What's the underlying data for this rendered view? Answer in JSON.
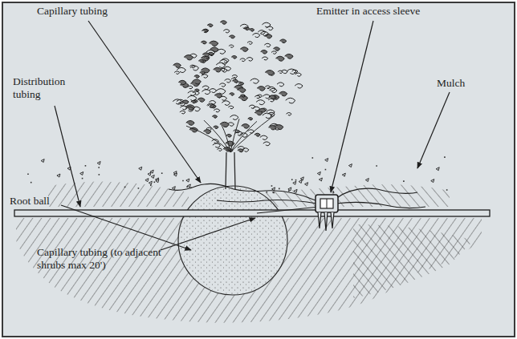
{
  "diagram": {
    "labels": [
      "Capillary tubing",
      "Emitter in access sleeve",
      "Distribution tubing",
      "Mulch",
      "Root ball",
      "Capillary tubing (to adjacent shrubs max 20')"
    ]
  }
}
